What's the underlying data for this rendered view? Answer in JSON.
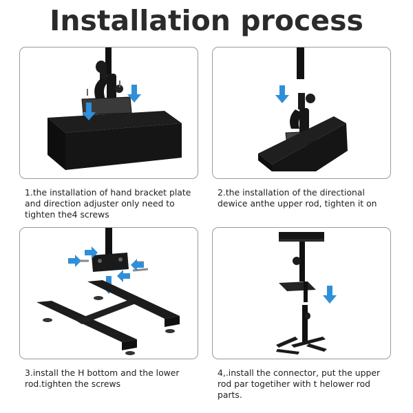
{
  "title": "Installation process",
  "steps": [
    {
      "lines": [
        "1.the installation of hand bracket plate",
        "and direction adjuster only need to",
        "tighten the4 screws"
      ]
    },
    {
      "lines": [
        "2.the installation of the directional",
        "dewice anthe upper rod, tighten it on"
      ]
    },
    {
      "lines": [
        "3.install the H bottom and the lower",
        "rod.tighten the screws"
      ]
    },
    {
      "lines": [
        "4,.install the connector, put the upper",
        "rod par togetiher with t helower rod",
        "parts."
      ]
    }
  ],
  "colors": {
    "arrow": "#2f8fd8",
    "metal": "#141414",
    "border": "#9a9a9a"
  }
}
